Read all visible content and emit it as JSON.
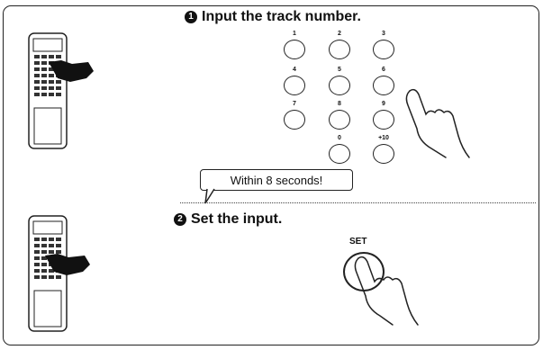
{
  "steps": [
    {
      "label": "Input the track number."
    },
    {
      "label": "Set the input."
    }
  ],
  "keypad": {
    "keys": [
      "1",
      "2",
      "3",
      "4",
      "5",
      "6",
      "7",
      "8",
      "9",
      "0",
      "+10"
    ]
  },
  "callout": {
    "text": "Within 8 seconds!"
  },
  "set_button": {
    "label": "SET"
  },
  "icons": [
    "remote-control-icon",
    "pointing-hand-icon",
    "arrow-icon"
  ]
}
